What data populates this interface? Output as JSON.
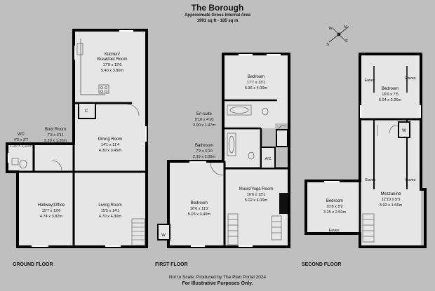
{
  "header": {
    "title": "The Borough",
    "area_label": "Approximate Gross Internal Area",
    "area_value": "1991 sq ft - 185 sq m"
  },
  "compass": {
    "letters": [
      "N",
      "E",
      "S",
      "W"
    ]
  },
  "floors": {
    "ground": "GROUND FLOOR",
    "first": "FIRST FLOOR",
    "second": "SECOND FLOOR"
  },
  "rooms": {
    "kitchen": {
      "name": [
        "Kitchen/",
        "Breakfast Room"
      ],
      "imperial": "17'9 x 12'6",
      "metric": "5.40 x 3.80m"
    },
    "dining": {
      "name": "Dining Room",
      "imperial": "14'1 x 11'4",
      "metric": "4.30 x 3.45m"
    },
    "wc": {
      "name": "WC",
      "imperial": "4'3 x 3'7",
      "metric": "1.30 x 1.10m"
    },
    "boot": {
      "name": "Boot Room",
      "imperial": "7'3 x 3'11",
      "metric": "2.20 x 1.20m"
    },
    "hallway": {
      "name": "Hallway/Office",
      "imperial": "15'7 x 12'6",
      "metric": "4.74 x 3.82m"
    },
    "living": {
      "name": "Living Room",
      "imperial": "15'5 x 14'1",
      "metric": "4.70 x 4.30m"
    },
    "bed1": {
      "name": "Bedroom",
      "imperial": "17'7 x 13'1",
      "metric": "5.36 x 4.00m"
    },
    "ensuite": {
      "name": "En-suite",
      "imperial": "9'10 x 4'10",
      "metric": "3.00 x 1.47m"
    },
    "bathroom": {
      "name": "Bathroom",
      "imperial": "7'2 x 6'10",
      "metric": "2.19 x 2.08m"
    },
    "bed2": {
      "name": "Bedroom",
      "imperial": "16'6 x 11'2",
      "metric": "5.03 x 3.40m"
    },
    "music": {
      "name": "Music/Yoga Room",
      "imperial": "16'6 x 13'1",
      "metric": "5.02 x 4.00m"
    },
    "bed3": {
      "name": "Bedroom",
      "imperial": "16'6 x 7'5",
      "metric": "5.04 x 2.26m"
    },
    "bed4": {
      "name": "Bedroom",
      "imperial": "10'8 x 8'2",
      "metric": "3.25 x 2.50m"
    },
    "mezzanine": {
      "name": "Mezzanine",
      "imperial": "12'10 x 5'5",
      "metric": "3.92 x 1.66m"
    }
  },
  "markers": {
    "cupboard": "C",
    "wardrobe": "W",
    "ac": "A/C",
    "eaves": "Eaves"
  },
  "footer": {
    "note": "Not to Scale. Produced by The Plan Portal 2024",
    "disclaimer": "For Illustrative Purposes Only."
  },
  "colors": {
    "background": "#bfbfbf",
    "room_fill": "#e6e6e6",
    "wall": "#000000"
  }
}
